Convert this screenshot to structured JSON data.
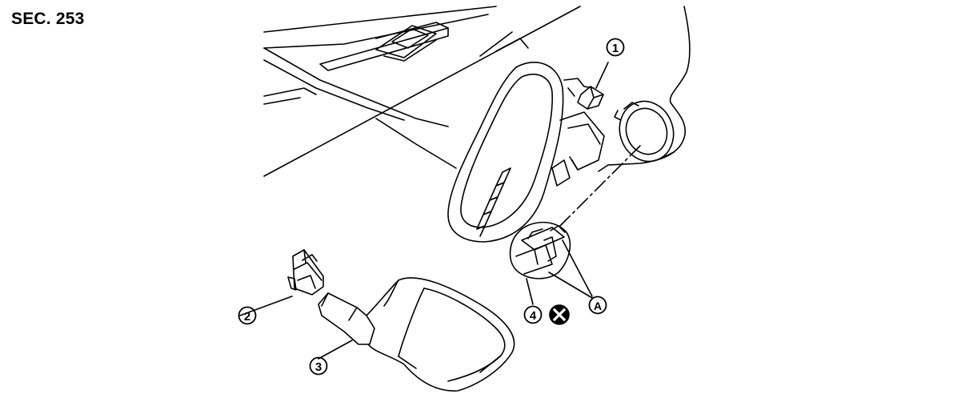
{
  "section_label": "SEC. 253",
  "callouts": {
    "c1": "1",
    "c2": "2",
    "c3": "3",
    "c4": "4",
    "cA": "A"
  },
  "symbols": {
    "do_not_reuse": "x-circle-icon"
  },
  "colors": {
    "line": "#000000",
    "background": "#ffffff"
  }
}
